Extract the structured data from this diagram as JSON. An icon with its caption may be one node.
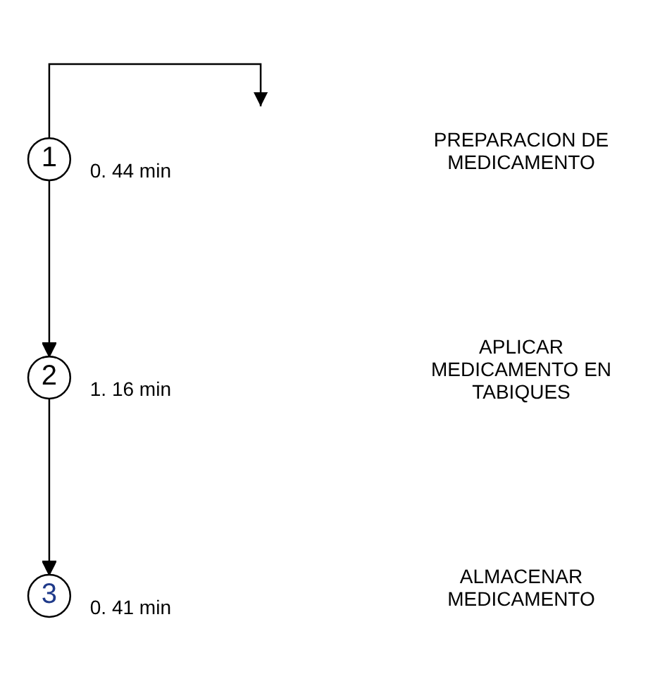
{
  "diagram": {
    "nodes": [
      {
        "text": [
          "1"
        ],
        "beside": [
          "0. 44 min"
        ]
      },
      {
        "text": [
          "2"
        ],
        "beside": [
          "1. 16 min"
        ]
      },
      {
        "text": [
          "3"
        ],
        "beside": [
          "0. 41 min"
        ]
      }
    ],
    "edges": [
      {
        "from": 0,
        "to": null,
        "arrow": "to"
      },
      {
        "from": 0,
        "to": 1,
        "arrow": "to"
      },
      {
        "from": 1,
        "to": 2,
        "arrow": "to"
      }
    ],
    "labels": [
      "PREPARACION DE MEDICAMENTO",
      "APLICAR MEDICAMENTO EN TABIQUES",
      "ALMACENAR MEDICAMENTO"
    ]
  }
}
